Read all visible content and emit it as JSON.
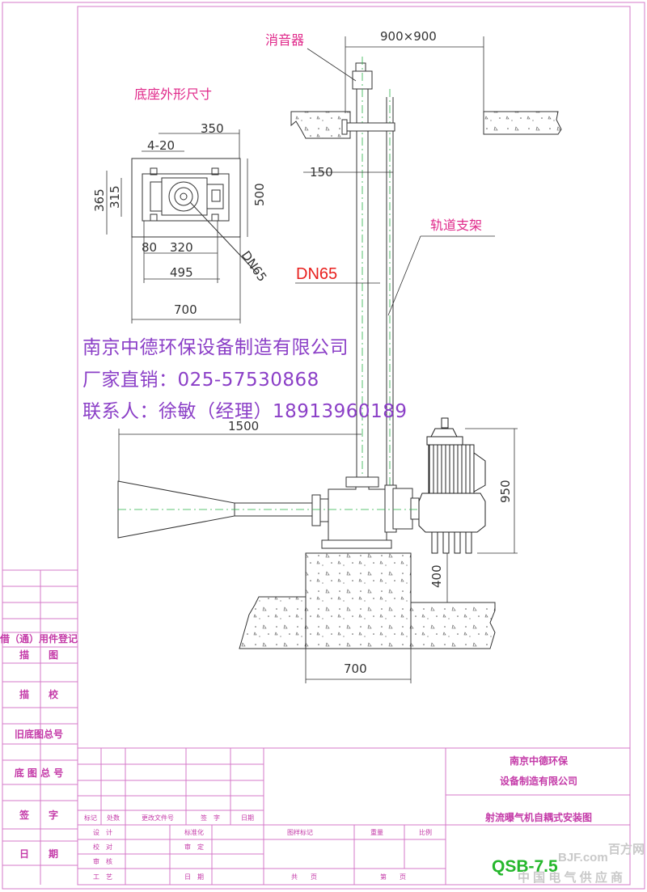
{
  "labels": {
    "muffler": "消音器",
    "base_dims_title": "底座外形尺寸",
    "rail_bracket": "轨道支架",
    "dn65_main": "DN65",
    "dn65_small": "DN65"
  },
  "dimensions": {
    "top_span": "900×900",
    "d350": "350",
    "d4_20": "4-20",
    "d365": "365",
    "d315": "315",
    "d500": "500",
    "d80": "80",
    "d320": "320",
    "d495": "495",
    "d700_base": "700",
    "d150": "150",
    "d1500": "1500",
    "d950": "950",
    "d400": "400",
    "d700_foundation": "700"
  },
  "company_overlay": {
    "line1": "南京中德环保设备制造有限公司",
    "line2": "厂家直销：025-57530868",
    "line3": "联系人：徐敏（经理）18913960189"
  },
  "left_margin": {
    "row1": "借（通）用件登记",
    "row2": "描　　图",
    "row3": "描　　校",
    "row4": "旧底图总号",
    "row5": "底 图 总 号",
    "row6": "签　　字",
    "row7": "日　　期"
  },
  "title_block": {
    "company_line1": "南京中德环保",
    "company_line2": "设备制造有限公司",
    "drawing_title": "射流曝气机自耦式安装图",
    "model": "QSB-7.5",
    "col_mark": "标记",
    "col_count": "处数",
    "col_change_doc": "更改文件号",
    "col_sign": "签　字",
    "col_date": "日期",
    "design": "设　计",
    "check": "校　对",
    "review": "审　核",
    "process": "工　艺",
    "standardize": "标准化",
    "audit": "审　定",
    "date": "日　期",
    "drawing_mark": "图样标记",
    "weight": "重量",
    "scale": "比例",
    "total_sheets": "共　　页",
    "sheet_no": "第　　页"
  },
  "watermark": {
    "logo": "BJF.com",
    "brand": "百方网",
    "slogan": "中 国 电 气 供 应 商"
  }
}
